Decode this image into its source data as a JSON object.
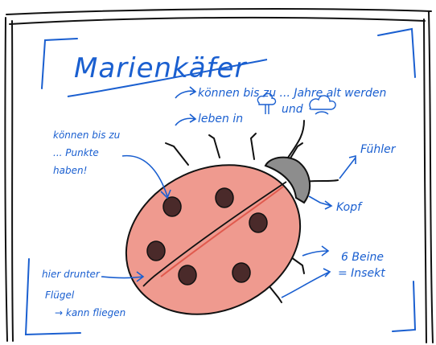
{
  "title": "Marienkäfer",
  "facts": [
    {
      "text": "können bis zu ... Jahre alt werden"
    },
    {
      "text": "leben in",
      "symbols": [
        "tree-icon",
        "cloud-icon"
      ],
      "connector": "und"
    }
  ],
  "labels": {
    "points": [
      "können bis zu",
      "... Punkte",
      "haben!"
    ],
    "antenna": "Fühler",
    "head": "Kopf",
    "legs": [
      "6 Beine",
      "= Insekt"
    ],
    "wings": [
      "hier drunter",
      "Flügel",
      "→ kann fliegen"
    ]
  },
  "colors": {
    "ink": "#1a5fd0",
    "frame": "#111111",
    "body": "#ef9a8f",
    "head": "#8d8d8d",
    "spots": "#4a2a2a"
  }
}
